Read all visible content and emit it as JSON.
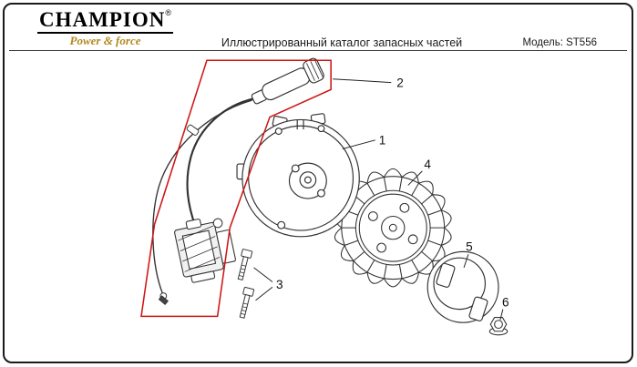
{
  "header": {
    "brand": "CHAMPION",
    "reg": "®",
    "tagline": "Power & force",
    "title": "Иллюстрированный каталог запасных частей",
    "model": "Модель: ST556"
  },
  "colors": {
    "highlight_red": "#cf1616",
    "brand_gold": "#b08a1e",
    "line_dark": "#333333"
  },
  "diagram": {
    "callouts": [
      {
        "number": "1"
      },
      {
        "number": "2"
      },
      {
        "number": "3"
      },
      {
        "number": "4"
      },
      {
        "number": "5"
      },
      {
        "number": "6"
      }
    ]
  }
}
